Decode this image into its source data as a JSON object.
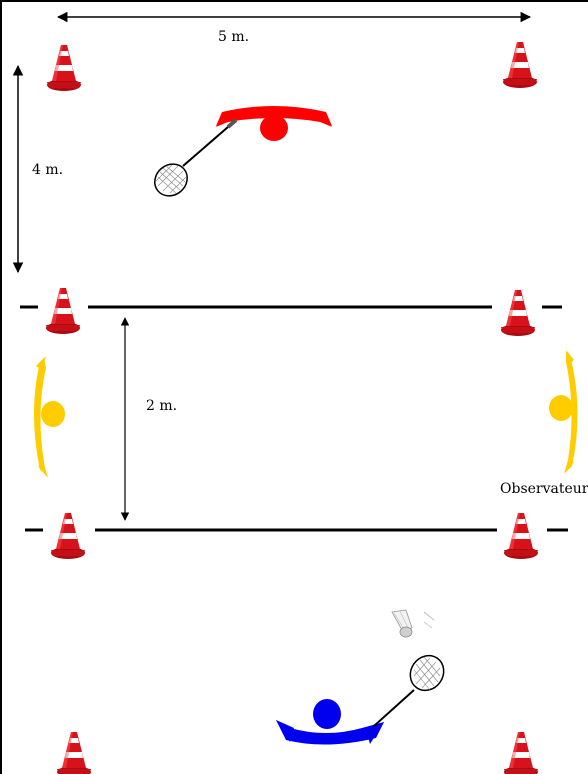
{
  "labels": {
    "width": "5 m.",
    "depth": "4 m.",
    "gap": "2 m.",
    "observer": "Observateur"
  },
  "colors": {
    "red_player": "#ff0000",
    "blue_player": "#0000ee",
    "yellow_observer": "#ffcc00",
    "cone_red": "#d8121b",
    "cone_white": "#ffffff"
  },
  "figures": {
    "cones": 8,
    "players": [
      "red-player",
      "blue-player"
    ],
    "observers": 2,
    "shuttlecock": 1,
    "rackets": 2
  }
}
